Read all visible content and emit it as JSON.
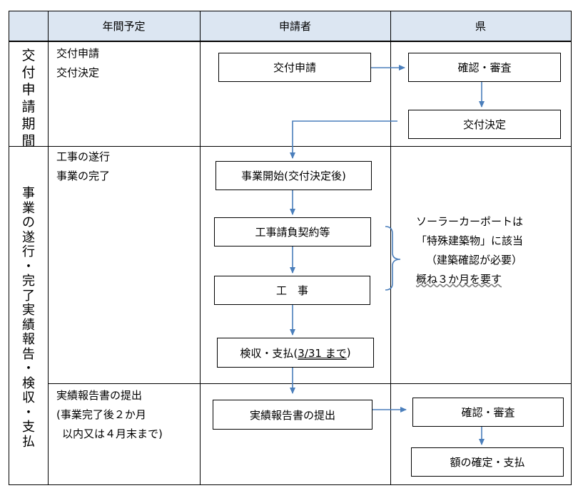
{
  "header": {
    "col_schedule": "年間予定",
    "col_applicant": "申請者",
    "col_prefecture": "県"
  },
  "phases": {
    "application": {
      "label_chars": [
        "交",
        "付",
        "申",
        "請",
        "期",
        "間"
      ],
      "schedule_lines": [
        "交付申請",
        "交付決定"
      ]
    },
    "execution": {
      "label_chars": [
        "事",
        "業",
        "の",
        "遂",
        "行",
        "・",
        "完",
        "了",
        "実",
        "績",
        "報",
        "告",
        "・",
        "検",
        "収",
        "・",
        "支",
        "払"
      ],
      "schedule_lines": [
        "工事の遂行",
        "事業の完了"
      ]
    },
    "report": {
      "schedule_lines": [
        "実績報告書の提出",
        "(事業完了後２か月",
        "以内又は４月末まで)"
      ]
    }
  },
  "applicant_steps": {
    "apply": "交付申請",
    "start": "事業開始(交付決定後)",
    "contract": "工事請負契約等",
    "construction": "工　事",
    "inspection_prefix": "検収・支払(",
    "inspection_date": "3/31 まで",
    "inspection_suffix": ")",
    "report": "実績報告書の提出"
  },
  "prefecture_steps": {
    "review1": "確認・審査",
    "decision": "交付決定",
    "review2": "確認・審査",
    "finalize": "額の確定・支払"
  },
  "note": {
    "line1": "ソーラーカーポートは",
    "line2": "「特殊建築物」に該当",
    "line3": "（建築確認が必要）",
    "line4": "概ね３か月を要す"
  },
  "colors": {
    "header_bg": "#dce6f2",
    "arrow": "#4a7ebb",
    "border": "#000000"
  }
}
